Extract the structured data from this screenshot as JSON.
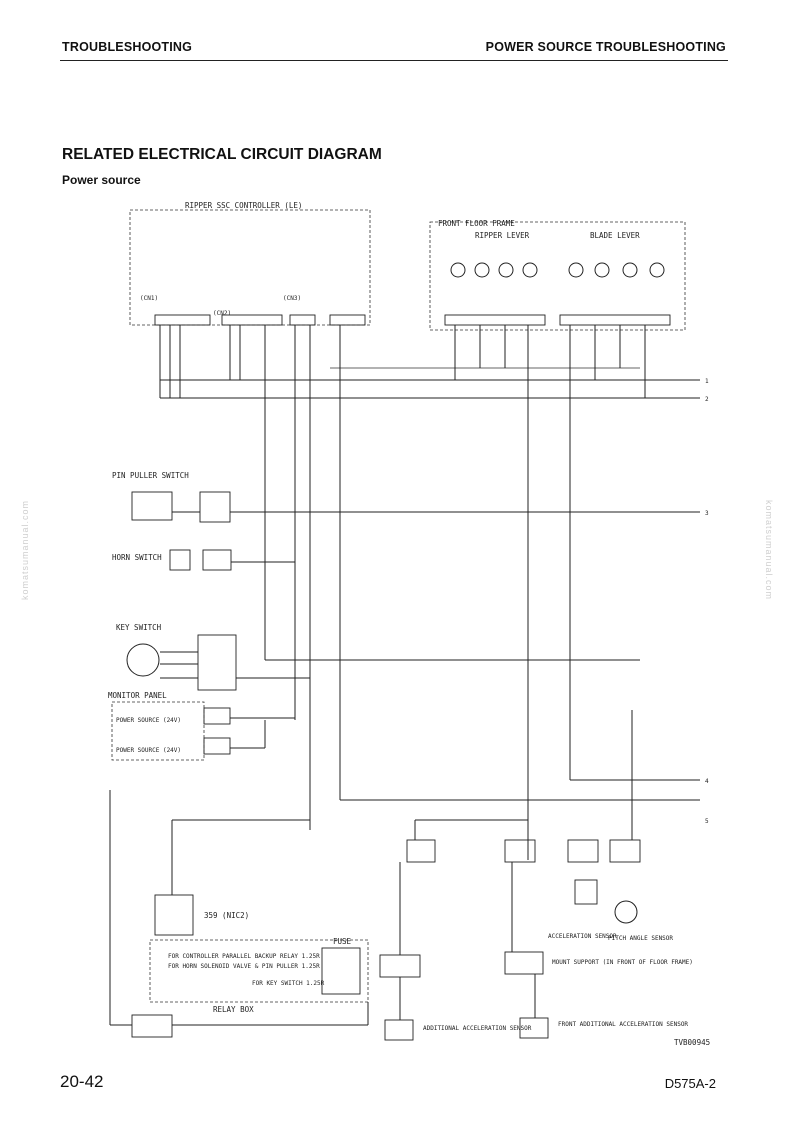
{
  "header": {
    "left": "TROUBLESHOOTING",
    "right": "POWER SOURCE TROUBLESHOOTING"
  },
  "title": "RELATED ELECTRICAL CIRCUIT DIAGRAM",
  "subtitle": "Power source",
  "footer": {
    "page_number": "20-42",
    "model": "D575A-2"
  },
  "watermark": "komatsumanual.com",
  "diagram": {
    "controller_label": "RIPPER SSC CONTROLLER (LE)",
    "connectors": [
      "(CN1)",
      "(CN2)",
      "(CN3)"
    ],
    "front_floor_frame": "FRONT FLOOR FRAME",
    "ripper_lever": "RIPPER LEVER",
    "blade_lever": "BLADE LEVER",
    "pin_puller_switch": "PIN PULLER SWITCH",
    "horn_switch": "HORN SWITCH",
    "key_switch": "KEY SWITCH",
    "monitor_panel": "MONITOR PANEL",
    "power_source_1": "POWER SOURCE (24V)",
    "power_source_2": "POWER SOURCE (24V)",
    "relay_359": "359 (NIC2)",
    "relay_box": "RELAY BOX",
    "fuse": "FUSE",
    "fuse_line_1": "FOR CONTROLLER PARALLEL BACKUP RELAY 1.25R",
    "fuse_line_2": "FOR HORN SOLENOID VALVE & PIN PULLER 1.25R",
    "fuse_line_3": "FOR KEY SWITCH 1.25R",
    "acceleration_sensor": "ACCELERATION SENSOR",
    "pitch_angle_sensor": "PITCH ANGLE SENSOR",
    "mount_support": "MOUNT SUPPORT (IN FRONT OF FLOOR FRAME)",
    "additional_sensor": "ADDITIONAL ACCELERATION SENSOR",
    "front_additional_sensor": "FRONT ADDITIONAL ACCELERATION SENSOR",
    "drawing_number": "TVB00945",
    "line_numbers": [
      "1",
      "2",
      "3",
      "4",
      "5"
    ]
  }
}
